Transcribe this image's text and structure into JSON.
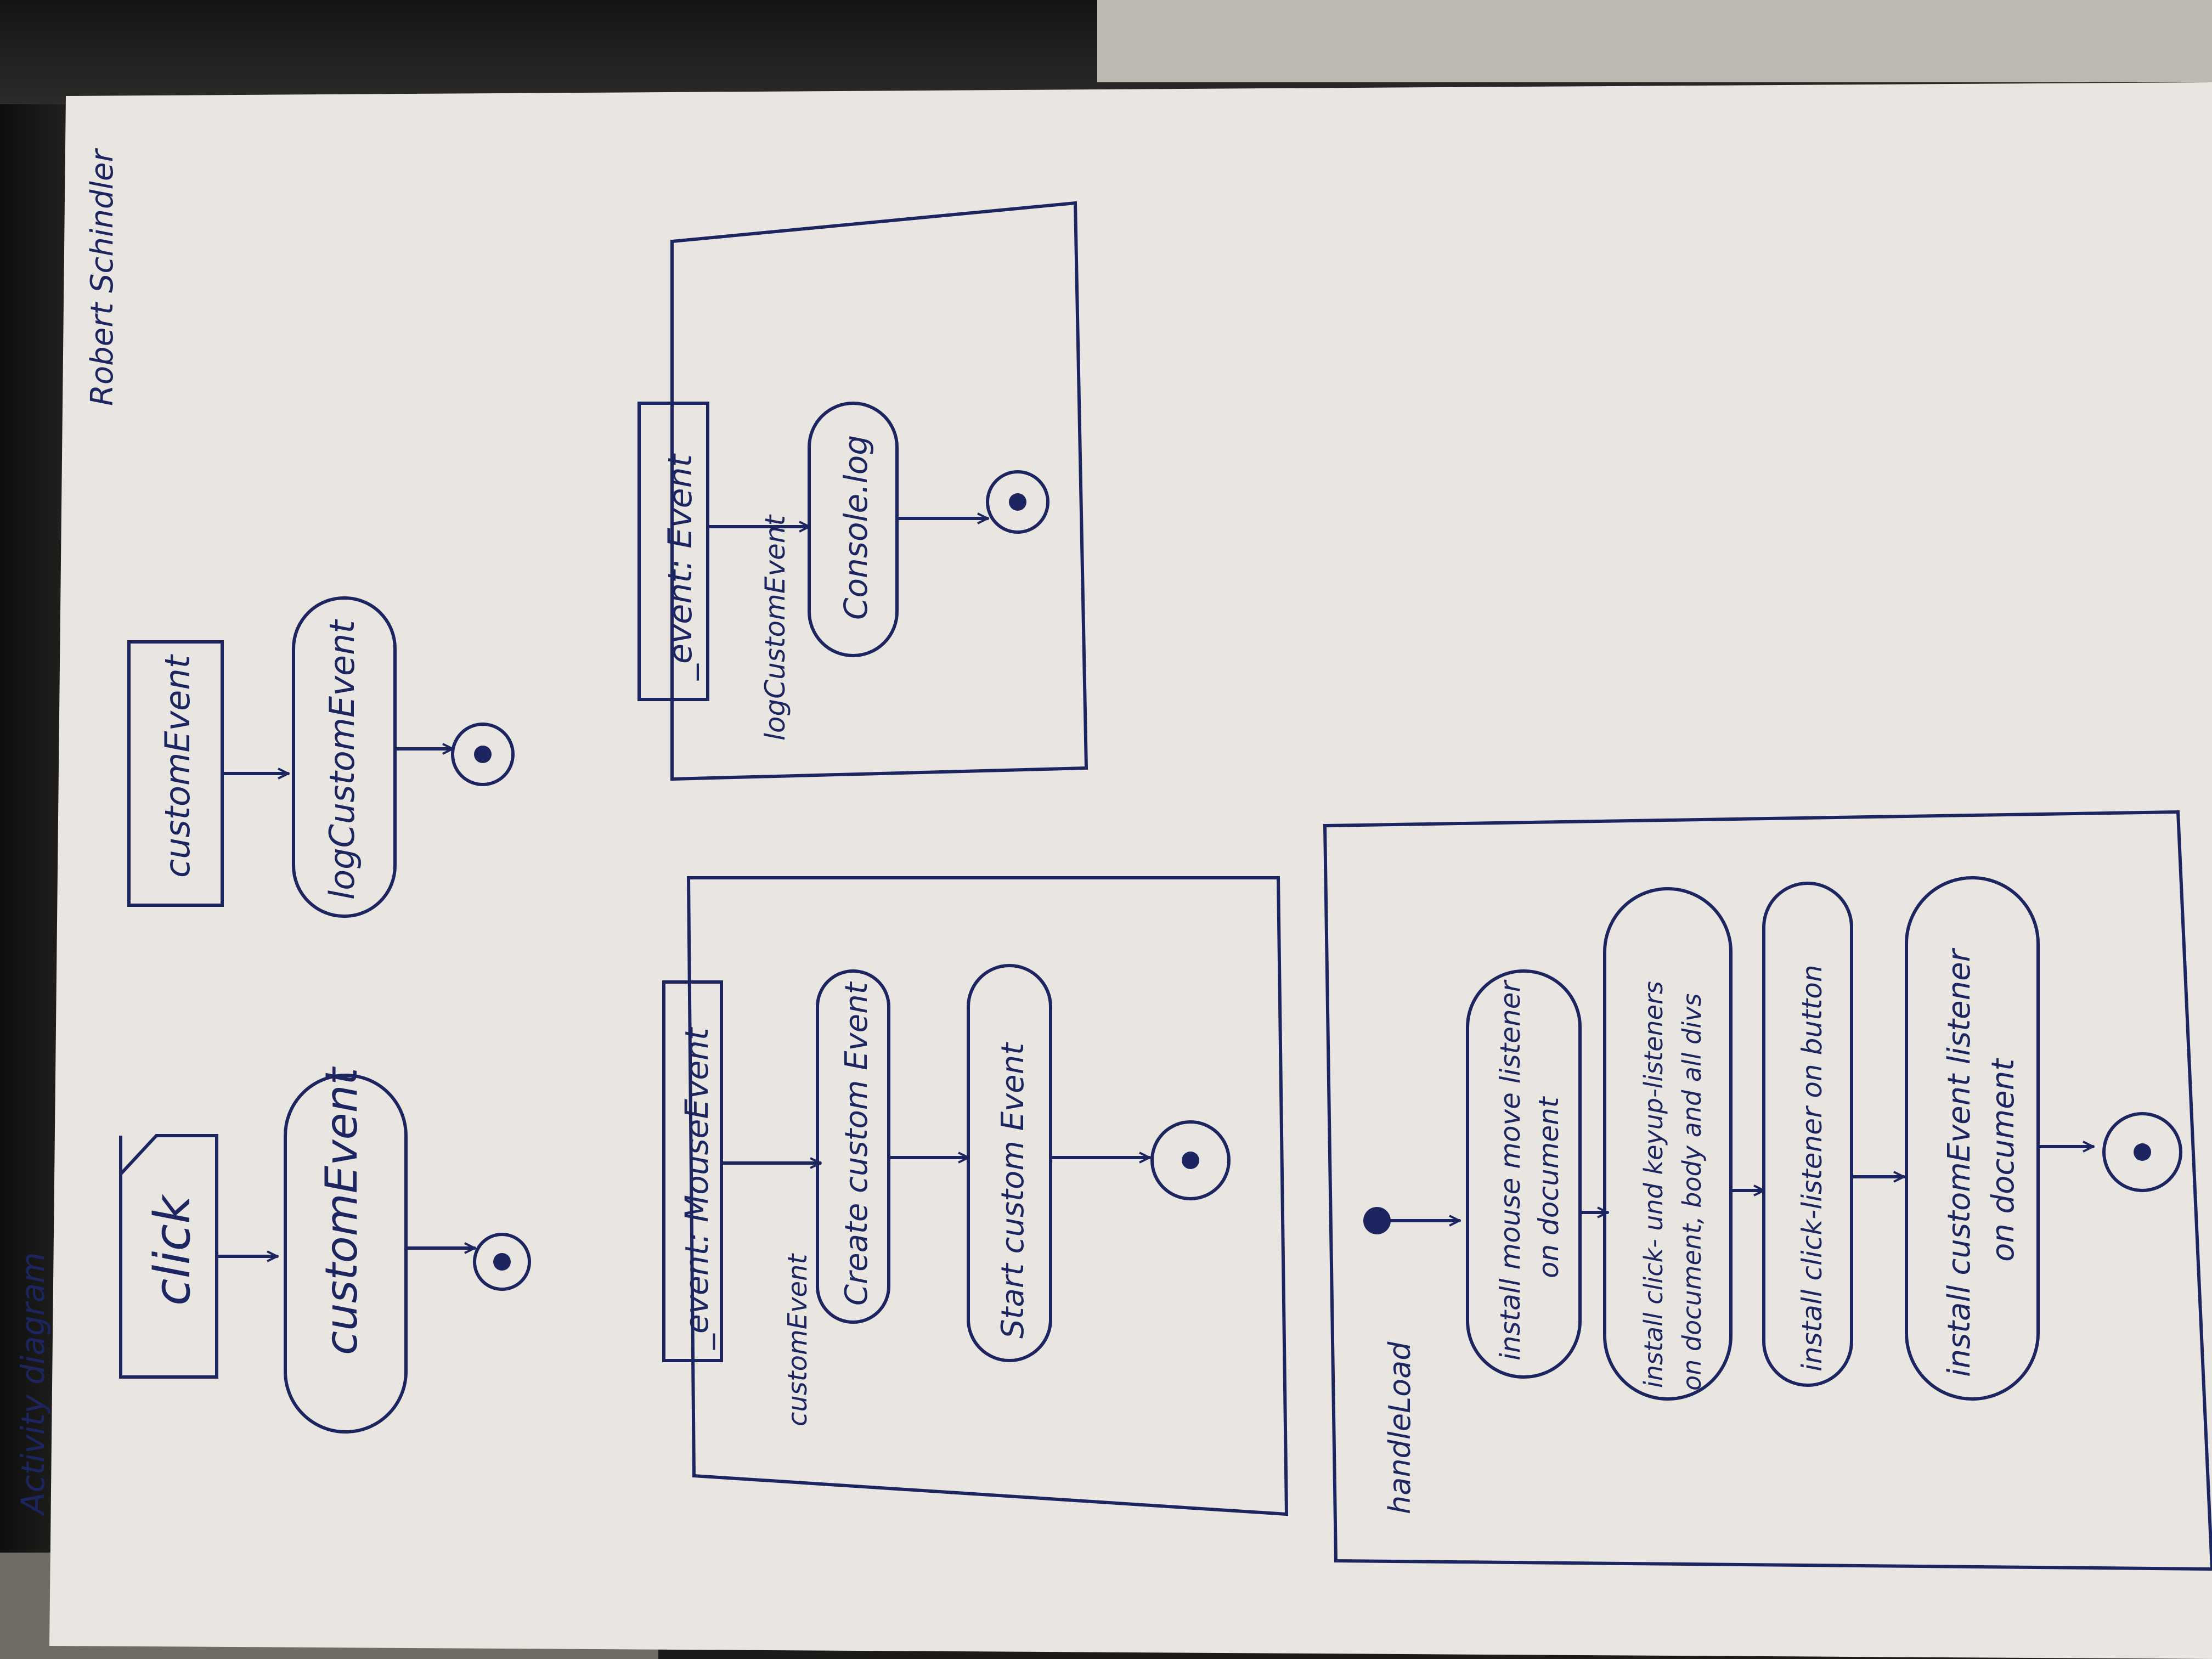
{
  "diagram": {
    "title": "Activity diagram",
    "author": "Robert Schindler",
    "colors": {
      "ink": "#1d2560",
      "paper": "#eae7e2"
    },
    "flows": [
      {
        "signal": "click",
        "action": "customEvent"
      },
      {
        "signal": "customEvent",
        "action": "logCustomEvent"
      }
    ],
    "custom_event_activity": {
      "name": "customEvent",
      "parameter": "_event: MouseEvent",
      "actions": [
        "Create custom Event",
        "Start custom Event"
      ]
    },
    "log_custom_event_activity": {
      "name": "logCustomEvent",
      "parameter": "_event: Event",
      "actions": [
        "Console.log"
      ]
    },
    "handle_load_activity": {
      "name": "handleLoad",
      "actions": [
        [
          "install mouse move listener",
          "on document"
        ],
        [
          "install click- und keyup-listeners",
          "on document, body and all divs"
        ],
        [
          "install click-listener on button"
        ],
        [
          "install customEvent listener",
          "on document"
        ]
      ]
    }
  }
}
